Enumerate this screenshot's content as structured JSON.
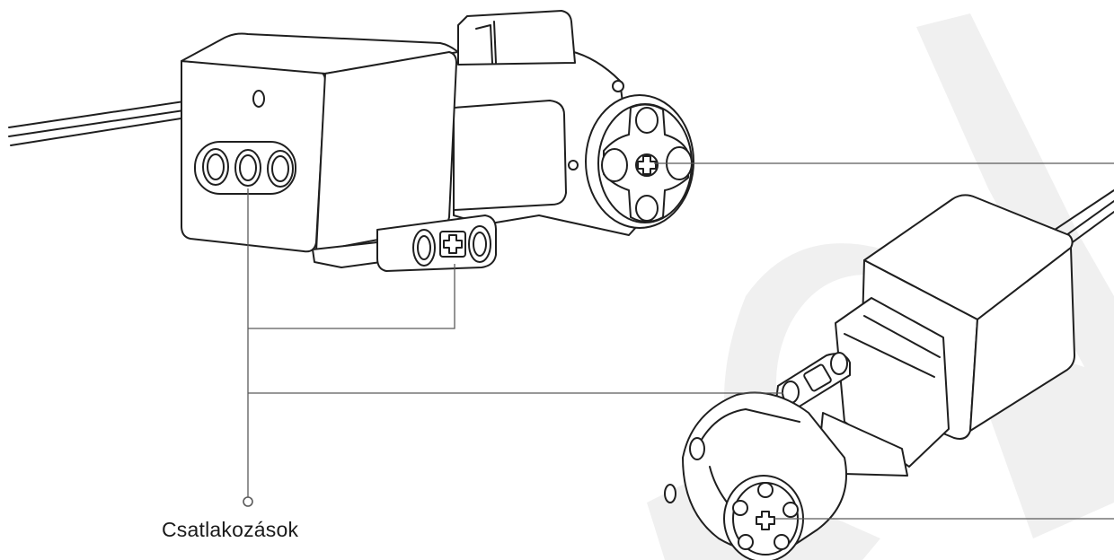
{
  "callouts": {
    "connections_label": "Csatlakozások"
  },
  "colors": {
    "outline": "#1f1f1f",
    "watermark": "#f0f0f0",
    "leader_line": "#5a5a5a",
    "fill": "#ffffff"
  },
  "icons": {
    "motor_top": "medium-motor-illustration",
    "motor_bottom": "medium-motor-with-arm-illustration",
    "connector_dot": "circle-marker-icon"
  }
}
